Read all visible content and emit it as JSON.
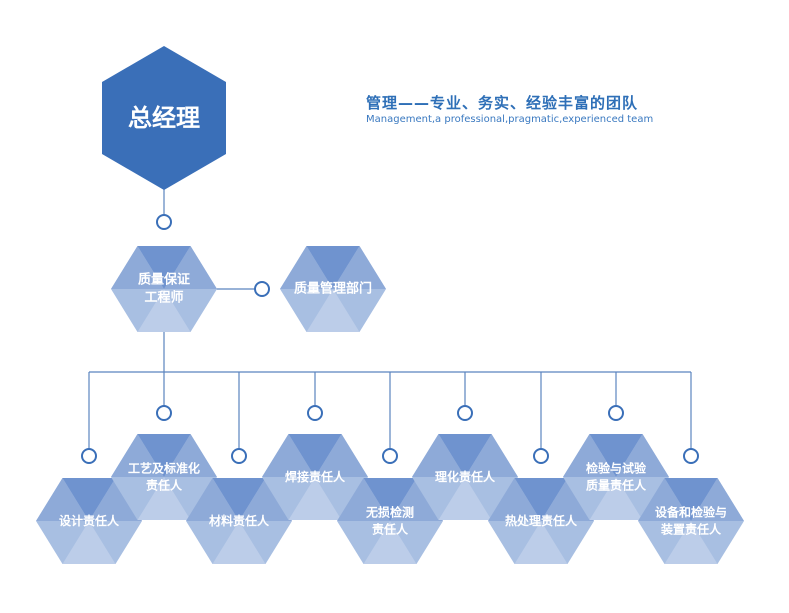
{
  "header": {
    "title": "管理——专业、务实、经验丰富的团队",
    "subtitle": "Management,a professional,pragmatic,experienced team"
  },
  "nodes": {
    "general_manager": "总经理",
    "qa_engineer": [
      "质量保证",
      "工程师"
    ],
    "qm_department": "质量管理部门",
    "design": "设计责任人",
    "process": [
      "工艺及标准化",
      "责任人"
    ],
    "material": "材料责任人",
    "welding": "焊接责任人",
    "ndt": [
      "无损检测",
      "责任人"
    ],
    "physchem": "理化责任人",
    "heat_treatment": "热处理责任人",
    "inspection": [
      "检验与试验",
      "质量责任人"
    ],
    "equipment": [
      "设备和检验与",
      "装置责任人"
    ]
  },
  "colors": {
    "primary": "#3a6fb8",
    "hex_light": "#a8bfe2",
    "hex_mid": "#8eaad8",
    "hex_dark": "#6f93cf",
    "line": "#5b84bf"
  }
}
